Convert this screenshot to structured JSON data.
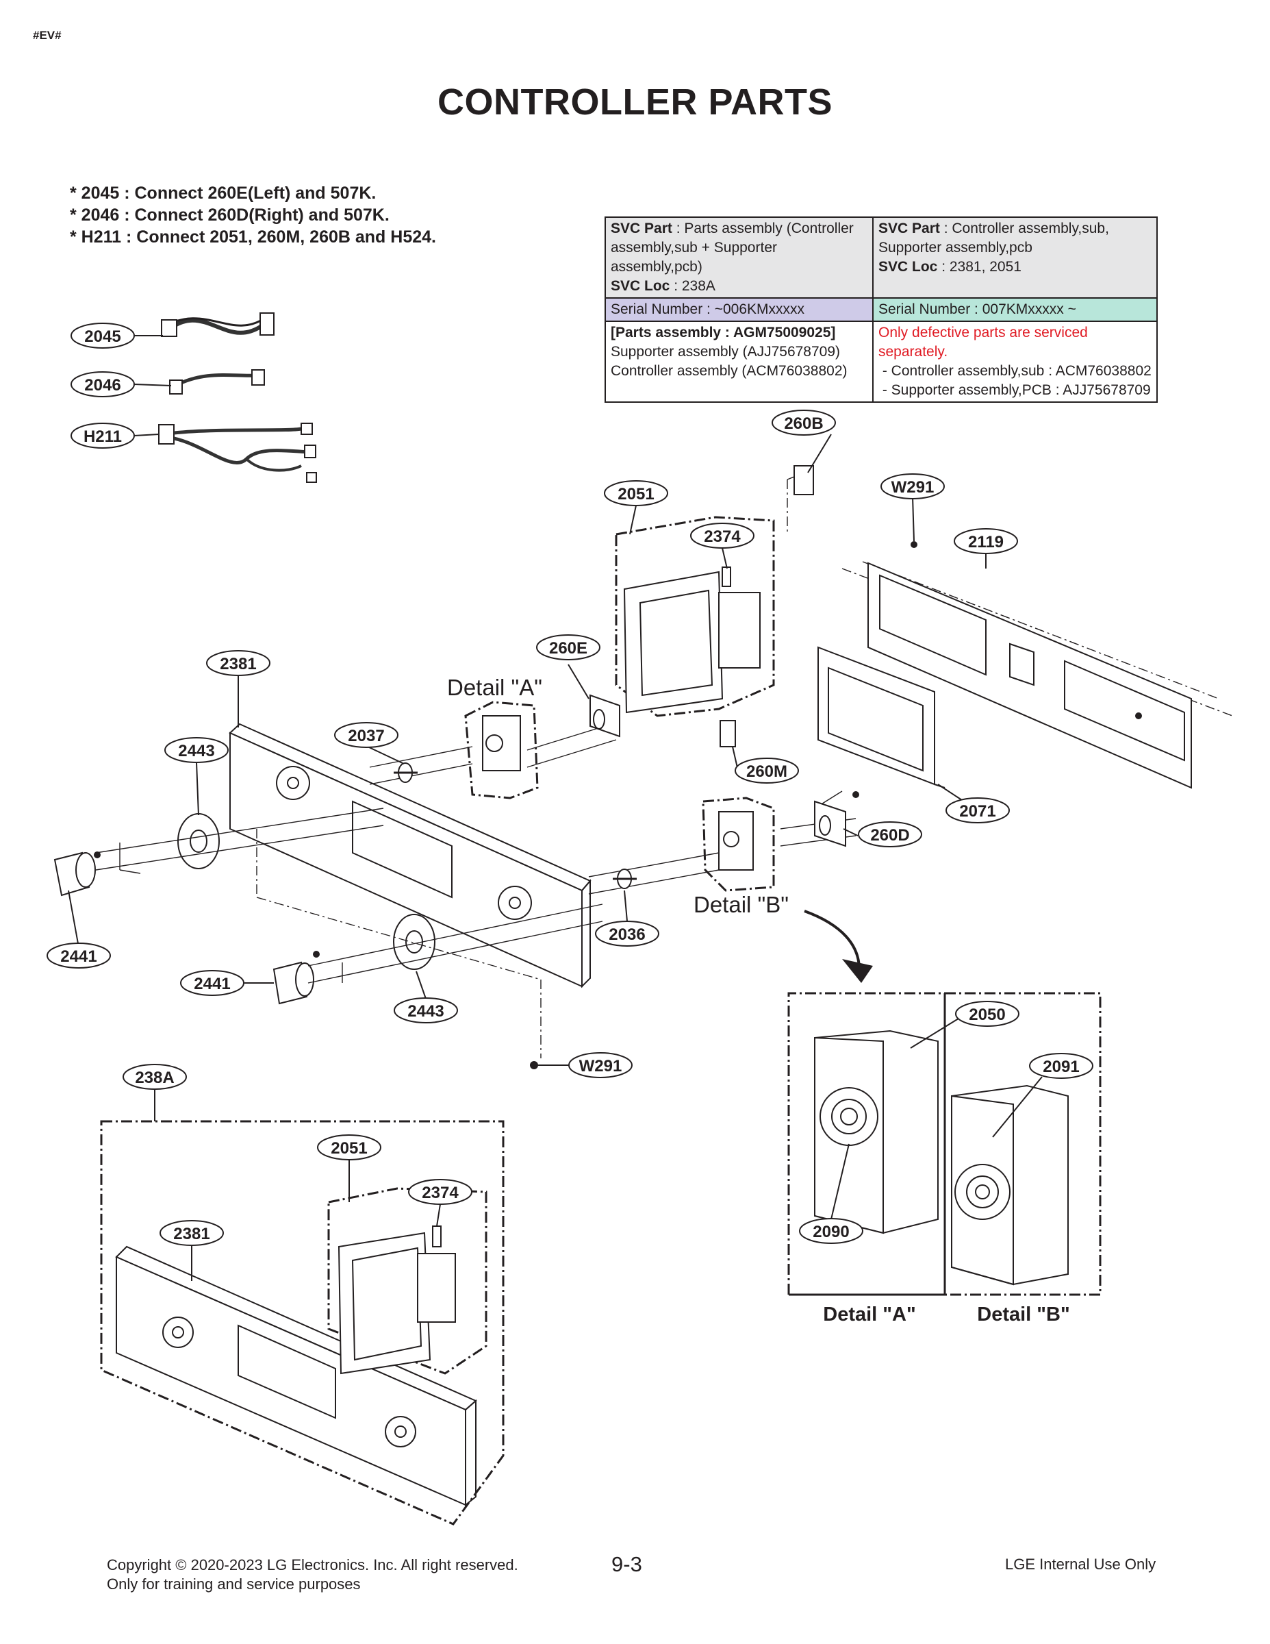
{
  "doc_code": "#EV#",
  "title": "CONTROLLER PARTS",
  "notes": [
    "* 2045 : Connect 260E(Left) and 507K.",
    "* 2046 : Connect 260D(Right) and 507K.",
    "* H211 : Connect 2051, 260M, 260B and H524."
  ],
  "svc_table": {
    "left": {
      "svc_part_label": "SVC Part",
      "svc_part_text": " : Parts assembly (Controller assembly,sub + Supporter assembly,pcb)",
      "svc_loc_label": "SVC Loc",
      "svc_loc_text": " : 238A",
      "serial": "Serial Number : ~006KMxxxxx",
      "assembly_title": "[Parts assembly : AGM75009025]",
      "lines": [
        "Supporter assembly (AJJ75678709)",
        "Controller assembly (ACM76038802)"
      ]
    },
    "right": {
      "svc_part_label": "SVC Part",
      "svc_part_text": " : Controller assembly,sub, Supporter assembly,pcb",
      "svc_loc_label": "SVC Loc",
      "svc_loc_text": " : 2381, 2051",
      "serial": "Serial Number : 007KMxxxxx ~",
      "notice": "Only defective parts are serviced separately.",
      "lines": [
        " - Controller assembly,sub : ACM76038802",
        " - Supporter assembly,PCB : AJJ75678709"
      ]
    },
    "colors": {
      "header_bg": "#e6e6e7",
      "serial_left_bg": "#cfcbe8",
      "serial_right_bg": "#b8e6da",
      "notice_color": "#e01b24"
    }
  },
  "callouts": {
    "c2045": "2045",
    "c2046": "2046",
    "cH211": "H211",
    "c260B": "260B",
    "cW291a": "W291",
    "c2051": "2051",
    "c2374": "2374",
    "c2119": "2119",
    "c260E": "260E",
    "c2381": "2381",
    "c2037": "2037",
    "c2443a": "2443",
    "c260M": "260M",
    "c2071": "2071",
    "c260D": "260D",
    "c2036": "2036",
    "c2441a": "2441",
    "c2441b": "2441",
    "c2443b": "2443",
    "cW291b": "W291",
    "c238A": "238A",
    "c2051b": "2051",
    "c2374b": "2374",
    "c2381b": "2381",
    "c2050": "2050",
    "c2091": "2091",
    "c2090": "2090"
  },
  "detail_labels": {
    "detail_a": "Detail \"A\"",
    "detail_b": "Detail \"B\"",
    "caption_a": "Detail \"A\"",
    "caption_b": "Detail \"B\""
  },
  "footer": {
    "copyright": "Copyright © 2020-2023 LG Electronics. Inc. All right reserved.",
    "training": "Only for training and service purposes",
    "page": "9-3",
    "internal": "LGE Internal Use Only"
  }
}
